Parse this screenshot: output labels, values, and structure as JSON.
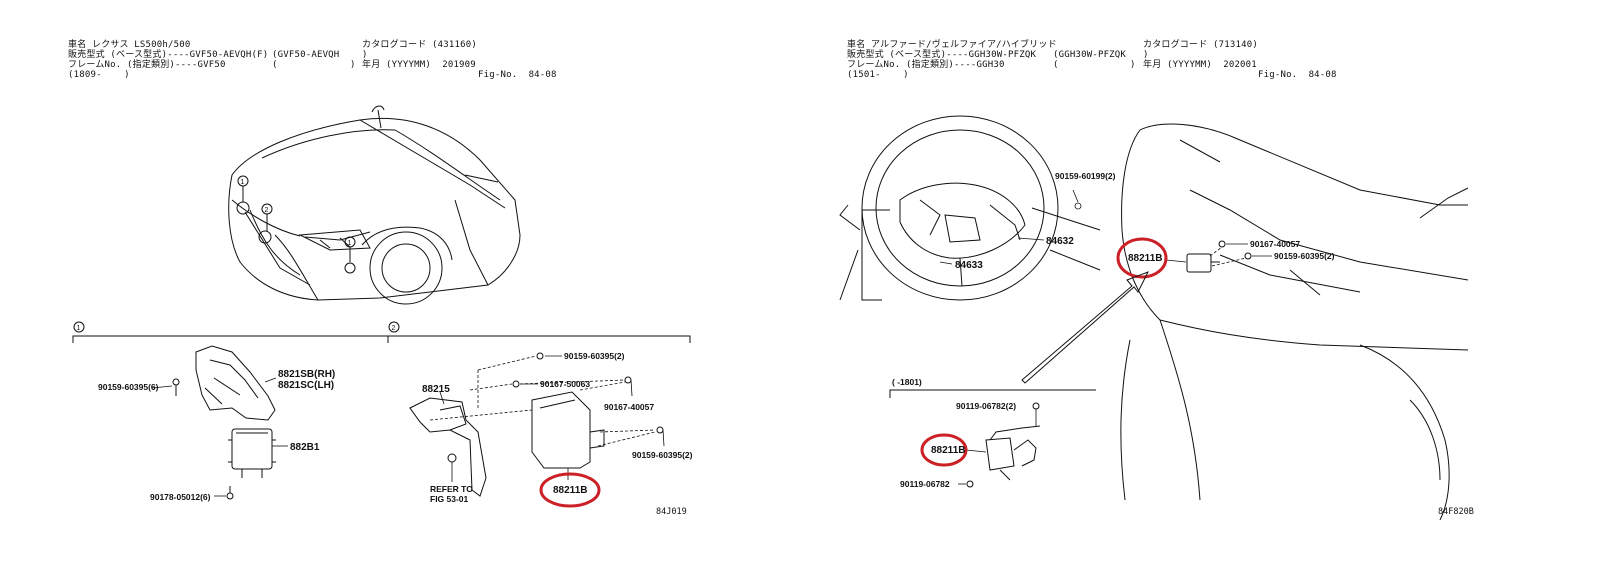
{
  "left": {
    "header": {
      "line1_label": "車名 レクサス LS500h/500",
      "line1_catalog": "カタログコード (431160)",
      "line2_label": "販売型式 (ベース型式)----GVF50-AEVQH(F)",
      "line2_model": "(GVF50-AEVQH",
      "line2_close": ")",
      "line3_label": "フレームNo. (指定類別)----GVF50",
      "line3_paren": "(",
      "line3_close": ")",
      "line3_date": "年月 (YYYYMM)  201909",
      "line4": "(1809-    )",
      "fig_no": "Fig-No.  84-08"
    },
    "callouts": [
      "1",
      "2",
      "1"
    ],
    "section_1": "1",
    "section_2": "2",
    "parts": {
      "p1": "90159-60395(6)",
      "p2": "8821SB(RH)",
      "p3": "8821SC(LH)",
      "p4": "882B1",
      "p5": "90178-05012(6)",
      "p6": "90159-60395(2)",
      "p7": "88215",
      "p8": "90167-50063",
      "p9": "90167-40057",
      "p10": "90159-60395(2)",
      "p11": "REFER TO",
      "p12": "FIG 53-01",
      "highlight": "88211B"
    },
    "diagram_code": "84J019"
  },
  "right": {
    "header": {
      "line1_label": "車名 アルファード/ヴェルファイア/ハイブリッド",
      "line1_catalog": "カタログコード (713140)",
      "line2_label": "販売型式 (ベース型式)----GGH30W-PFZQK",
      "line2_model": "(GGH30W-PFZQK",
      "line2_close": ")",
      "line3_label": "フレームNo. (指定類別)----GGH30",
      "line3_paren": "(",
      "line3_close": ")",
      "line3_date": "年月 (YYYYMM)  202001",
      "line4": "(1501-    )",
      "fig_no": "Fig-No.  84-08"
    },
    "parts": {
      "p1": "90159-60199(2)",
      "p2": "84632",
      "p3": "84633",
      "p4": "90167-40057",
      "p5": "90159-60395(2)",
      "highlight_top": "88211B",
      "range": "(    -1801)",
      "p6": "90119-06782(2)",
      "highlight_bottom": "88211B",
      "p7": "90119-06782"
    },
    "diagram_code": "84F820B"
  },
  "colors": {
    "ink": "#111111",
    "highlight_ring": "#cc2027",
    "background": "#ffffff"
  }
}
